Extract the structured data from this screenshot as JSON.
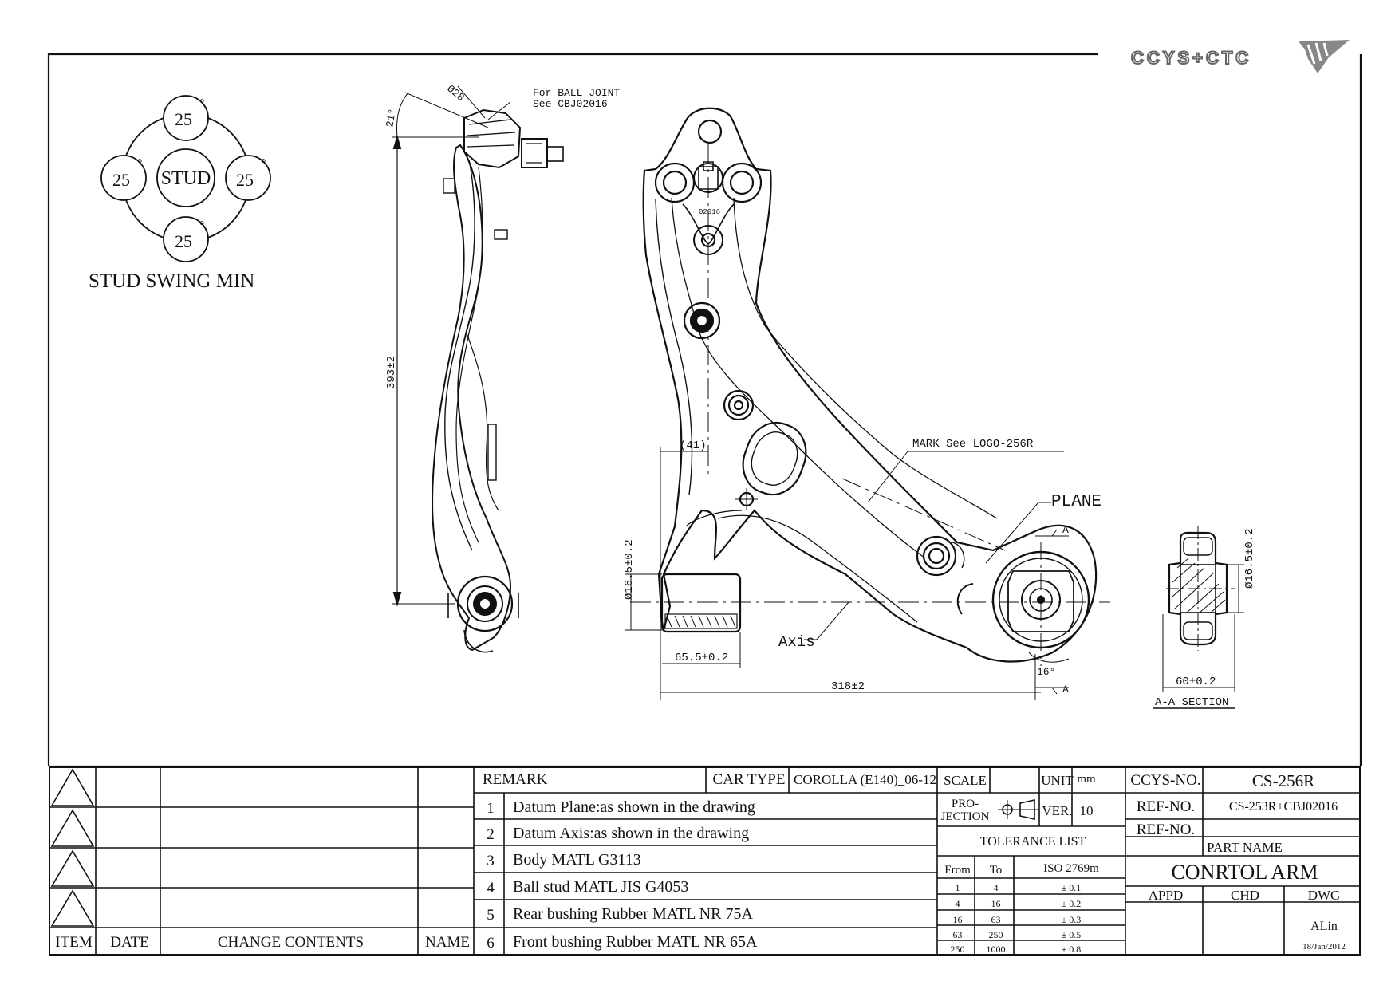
{
  "logo": {
    "text": "CCYS+CTC"
  },
  "stud_swing": {
    "center": "STUD",
    "angles": [
      "25",
      "25",
      "25",
      "25"
    ],
    "degree_mark": "°",
    "caption": "STUD SWING MIN"
  },
  "side_view": {
    "angle": "21°",
    "diameter": "Ø28",
    "ball_joint_note": [
      "For BALL JOINT",
      "See CBJ02016"
    ],
    "height": "393±2"
  },
  "plan_view": {
    "part_mark": "02016",
    "dim_41": "(41)",
    "mark_note": "MARK See LOGO-256R",
    "plane": "PLANE",
    "axis": "Axis",
    "bushing_dia": "Ø16.5±0.2",
    "bushing_len": "65.5±0.2",
    "overall": "318±2",
    "angle": "16°",
    "section_mark": "A"
  },
  "section": {
    "dia": "Ø16.5±0.2",
    "width": "60±0.2",
    "title": "A-A SECTION"
  },
  "revision": {
    "headers": {
      "item": "ITEM",
      "date": "DATE",
      "change": "CHANGE CONTENTS",
      "name": "NAME"
    }
  },
  "remarks": {
    "header": "REMARK",
    "car_type_label": "CAR TYPE",
    "car_type": "COROLLA (E140)_06-12",
    "items": [
      {
        "no": "1",
        "text": "Datum Plane:as shown in the drawing"
      },
      {
        "no": "2",
        "text": "Datum Axis:as shown in the drawing"
      },
      {
        "no": "3",
        "text": "Body MATL G3113"
      },
      {
        "no": "4",
        "text": "Ball stud MATL JIS G4053"
      },
      {
        "no": "5",
        "text": "Rear bushing Rubber MATL NR 75A"
      },
      {
        "no": "6",
        "text": "Front bushing Rubber MATL NR 65A"
      }
    ]
  },
  "meta": {
    "scale_label": "SCALE",
    "scale": "",
    "unit_label": "UNIT",
    "unit": "mm",
    "projection_label": "PRO-\nJECTION",
    "ver_label": "VER.",
    "ver": "10",
    "tolerance_title": "TOLERANCE LIST",
    "tol_headers": [
      "From",
      "To",
      "ISO 2769m"
    ],
    "tolerances": [
      [
        "1",
        "4",
        "± 0.1"
      ],
      [
        "4",
        "16",
        "± 0.2"
      ],
      [
        "16",
        "63",
        "± 0.3"
      ],
      [
        "63",
        "250",
        "± 0.5"
      ],
      [
        "250",
        "1000",
        "± 0.8"
      ]
    ]
  },
  "title_block": {
    "ccys_label": "CCYS-NO.",
    "ccys_no": "CS-256R",
    "ref_label": "REF-NO.",
    "ref_no": "CS-253R+CBJ02016",
    "ref_label2": "REF-NO.",
    "ref_no2": "",
    "part_name_label": "PART NAME",
    "part_name": "CONRTOL ARM",
    "appd": "APPD",
    "chd": "CHD",
    "dwg": "DWG",
    "drawn_by": "ALin",
    "date": "18/Jan/2012"
  }
}
